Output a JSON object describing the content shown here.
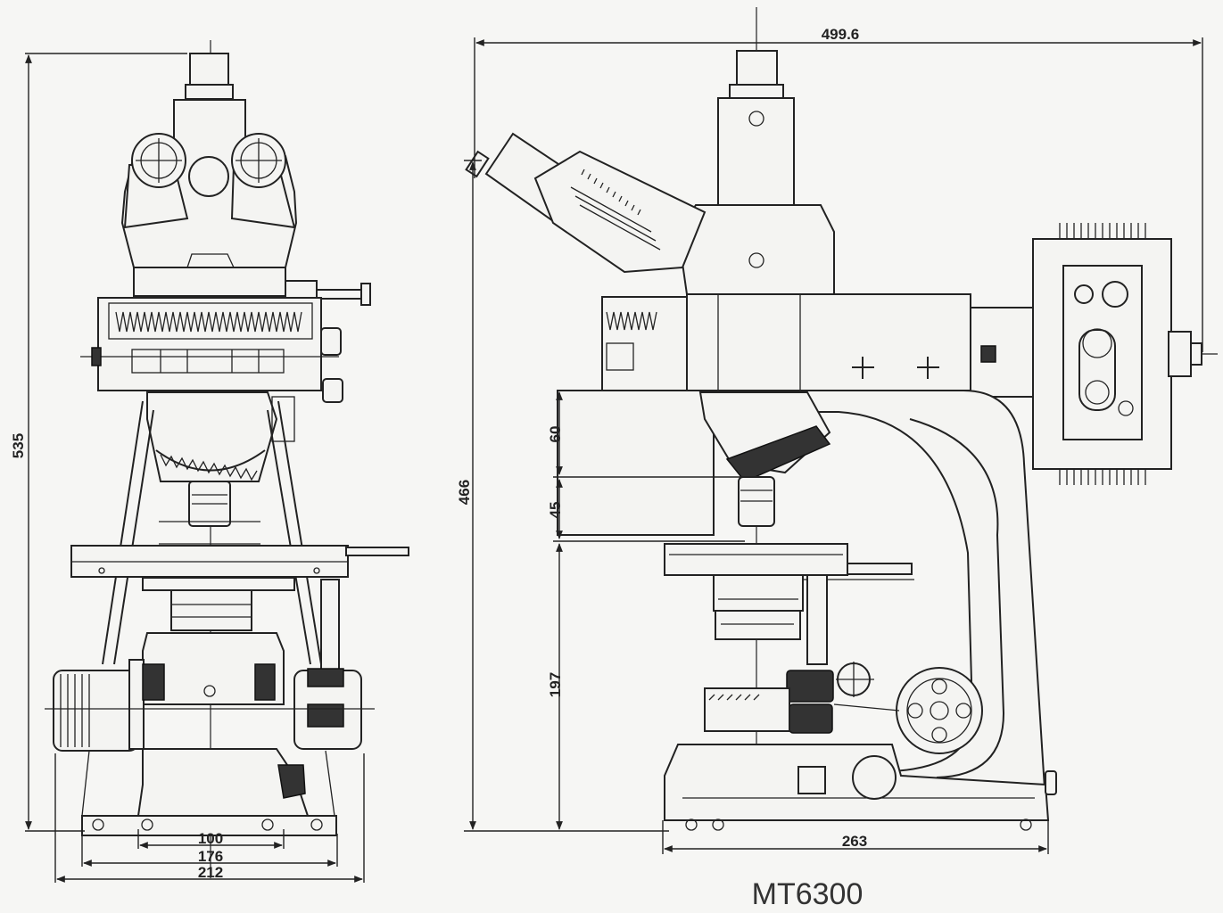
{
  "model_label": "MT6300",
  "front_view": {
    "dims": {
      "height": "535",
      "base_inner": "100",
      "base_mid": "176",
      "base_outer": "212"
    }
  },
  "side_view": {
    "dims": {
      "width": "499.6",
      "height": "466",
      "d1": "60",
      "d2": "45",
      "d3": "197",
      "base": "263"
    }
  }
}
